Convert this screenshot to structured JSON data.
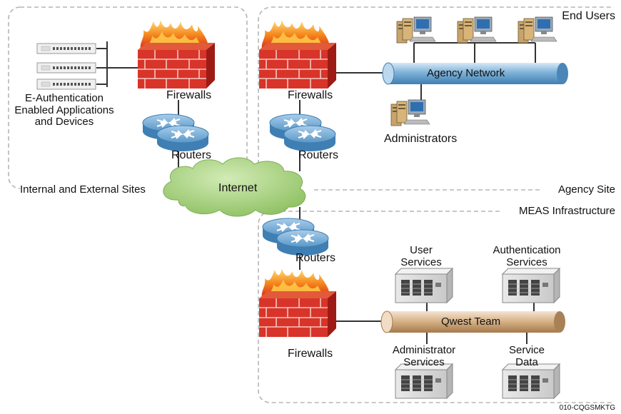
{
  "regions": {
    "internal_external": "Internal and External Sites",
    "agency_site": "Agency Site",
    "meas": "MEAS Infrastructure",
    "end_users": "End Users"
  },
  "left_site": {
    "applications_label": [
      "E-Authentication",
      "Enabled Applications",
      "and Devices"
    ],
    "firewalls_label": "Firewalls",
    "routers_label": "Routers"
  },
  "agency": {
    "firewalls_label": "Firewalls",
    "routers_label": "Routers",
    "network_label": "Agency Network",
    "administrators_label": "Administrators"
  },
  "internet_label": "Internet",
  "meas_site": {
    "routers_label": "Routers",
    "firewalls_label": "Firewalls",
    "team_label": "Qwest Team",
    "servers": {
      "user": [
        "User",
        "Services"
      ],
      "auth": [
        "Authentication",
        "Services"
      ],
      "admin": [
        "Administrator",
        "Services"
      ],
      "data": [
        "Service",
        "Data"
      ]
    }
  },
  "figure_id": "010-CQGSMKTG",
  "colors": {
    "brick": "#d8342a",
    "flame": "#f5a21c",
    "router": "#5a98c8",
    "cloud": "#a3d07a",
    "agency_pipe": "#7fb2d8",
    "team_pipe": "#d8b48a"
  }
}
